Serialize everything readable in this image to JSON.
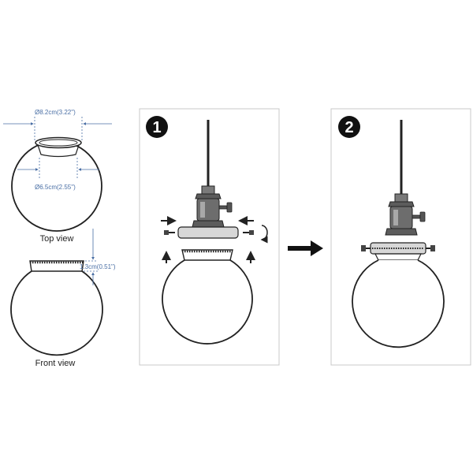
{
  "dimensions": {
    "outer_diameter": "Ø8.2cm(3.22\")",
    "inner_diameter": "Ø6.5cm(2.55\")",
    "neck_height": "1.3cm(0.51\")"
  },
  "views": {
    "top": "Top view",
    "front": "Front view"
  },
  "steps": {
    "one": "1",
    "two": "2"
  },
  "colors": {
    "dimension": "#4a6fa5",
    "line": "#222222",
    "panel_border": "#c8c8c8"
  }
}
